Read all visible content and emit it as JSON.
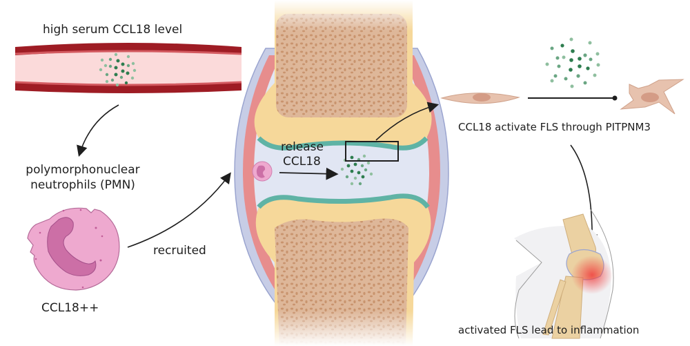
{
  "labels": {
    "serum": "high serum CCL18 level",
    "pmn_line1": "polymorphonuclear",
    "pmn_line2": "neutrophils (PMN)",
    "ccl18pp": "CCL18++",
    "recruited": "recruited",
    "release_line1": "release",
    "release_line2": "CCL18",
    "fls": "CCL18 activate FLS through PITPNM3",
    "inflammation": "activated FLS lead to inflammation"
  },
  "colors": {
    "vessel_wall": "#9e1c24",
    "vessel_lumen": "#fbdada",
    "ccl18_dark": "#2e7d4f",
    "ccl18_light": "#8fbf9f",
    "neutrophil": "#eea9cf",
    "neutrophil_nucleus": "#cc6fa6",
    "bone_marrow": "#d8aa88",
    "cartilage": "#f6d89a",
    "synovium": "#e78d8d",
    "capsule": "#c7cde6",
    "synovial_fluid": "#e1e6f3",
    "fls_cell": "#e7c2ae",
    "inflammation": "#f05050"
  }
}
